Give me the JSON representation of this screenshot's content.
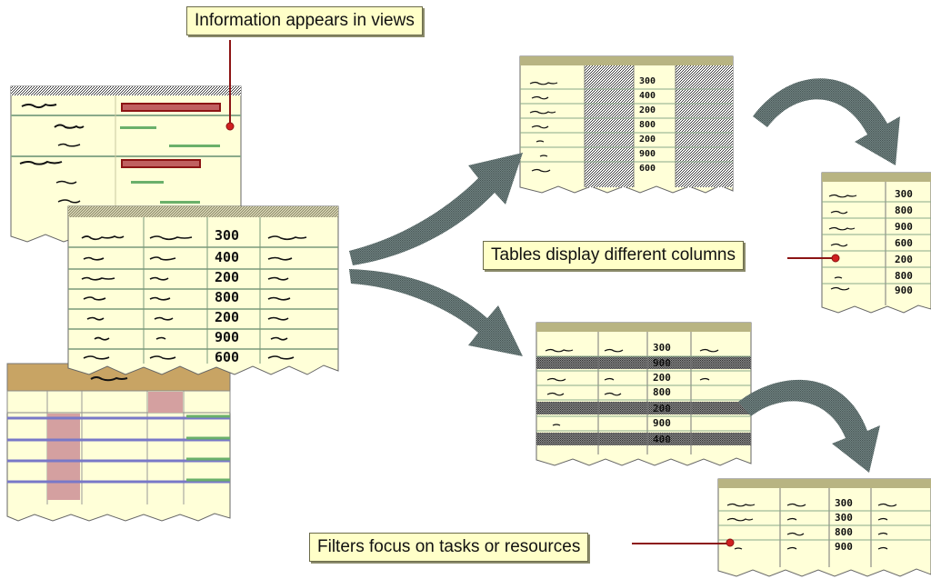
{
  "callouts": {
    "views": "Information appears in views",
    "tables": "Tables display different columns",
    "filters": "Filters focus on tasks or resources"
  },
  "handwritten_numbers": {
    "main_table": [
      "300",
      "400",
      "200",
      "800",
      "200",
      "900",
      "600"
    ],
    "tables_result": [
      "300",
      "400",
      "200",
      "800",
      "200",
      "900",
      "600"
    ],
    "filters_source": [
      "300",
      "900",
      "200",
      "800",
      "200",
      "900",
      "400"
    ],
    "filters_result": [
      "300",
      "300",
      "800",
      "900"
    ],
    "columns_result": [
      "300",
      "800",
      "900",
      "600",
      "200",
      "800",
      "900"
    ]
  },
  "colors": {
    "paper": "#ffffd8",
    "header": "#b8b482",
    "gantt_header": "#c8a464",
    "rule_blue": "#7878c8",
    "rule_green": "#6aa06a",
    "bar_red": "#8c1414",
    "arrow": "#5c6e6e",
    "callout_bg": "#ffffc8"
  }
}
